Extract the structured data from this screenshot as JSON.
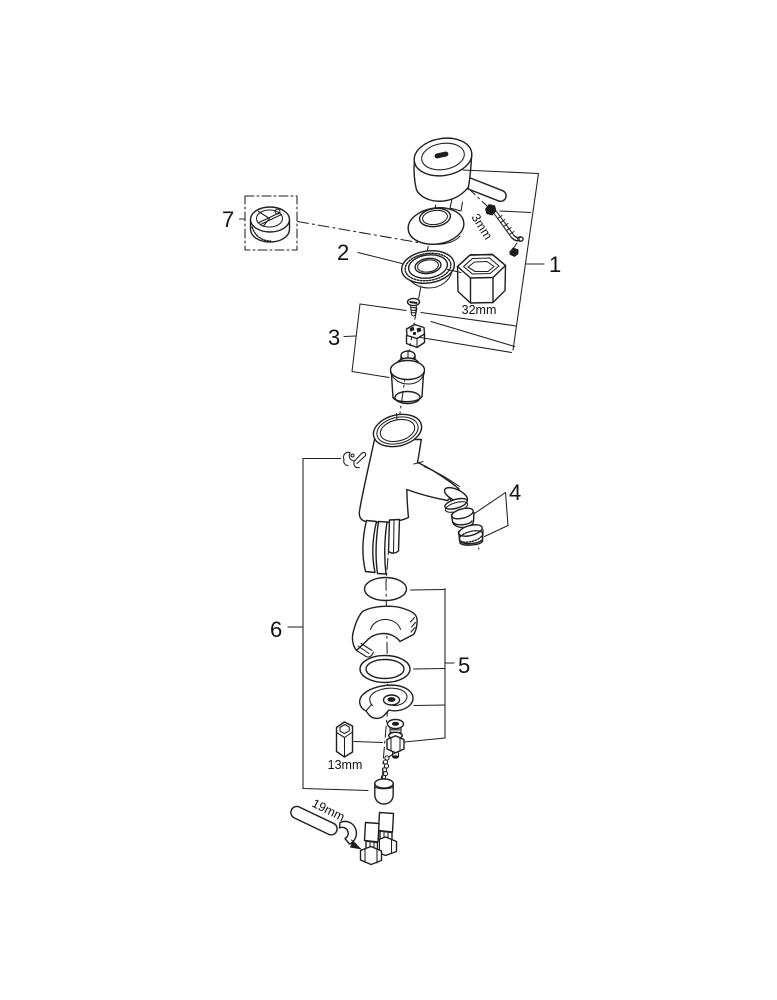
{
  "labels": {
    "c1": "1",
    "c2": "2",
    "c3": "3",
    "c4": "4",
    "c5": "5",
    "c6": "6",
    "c7": "7"
  },
  "sizes": {
    "hex_key": "3mm",
    "socket": "32mm",
    "hex_sleeve": "13mm",
    "wrench": "19mm"
  }
}
